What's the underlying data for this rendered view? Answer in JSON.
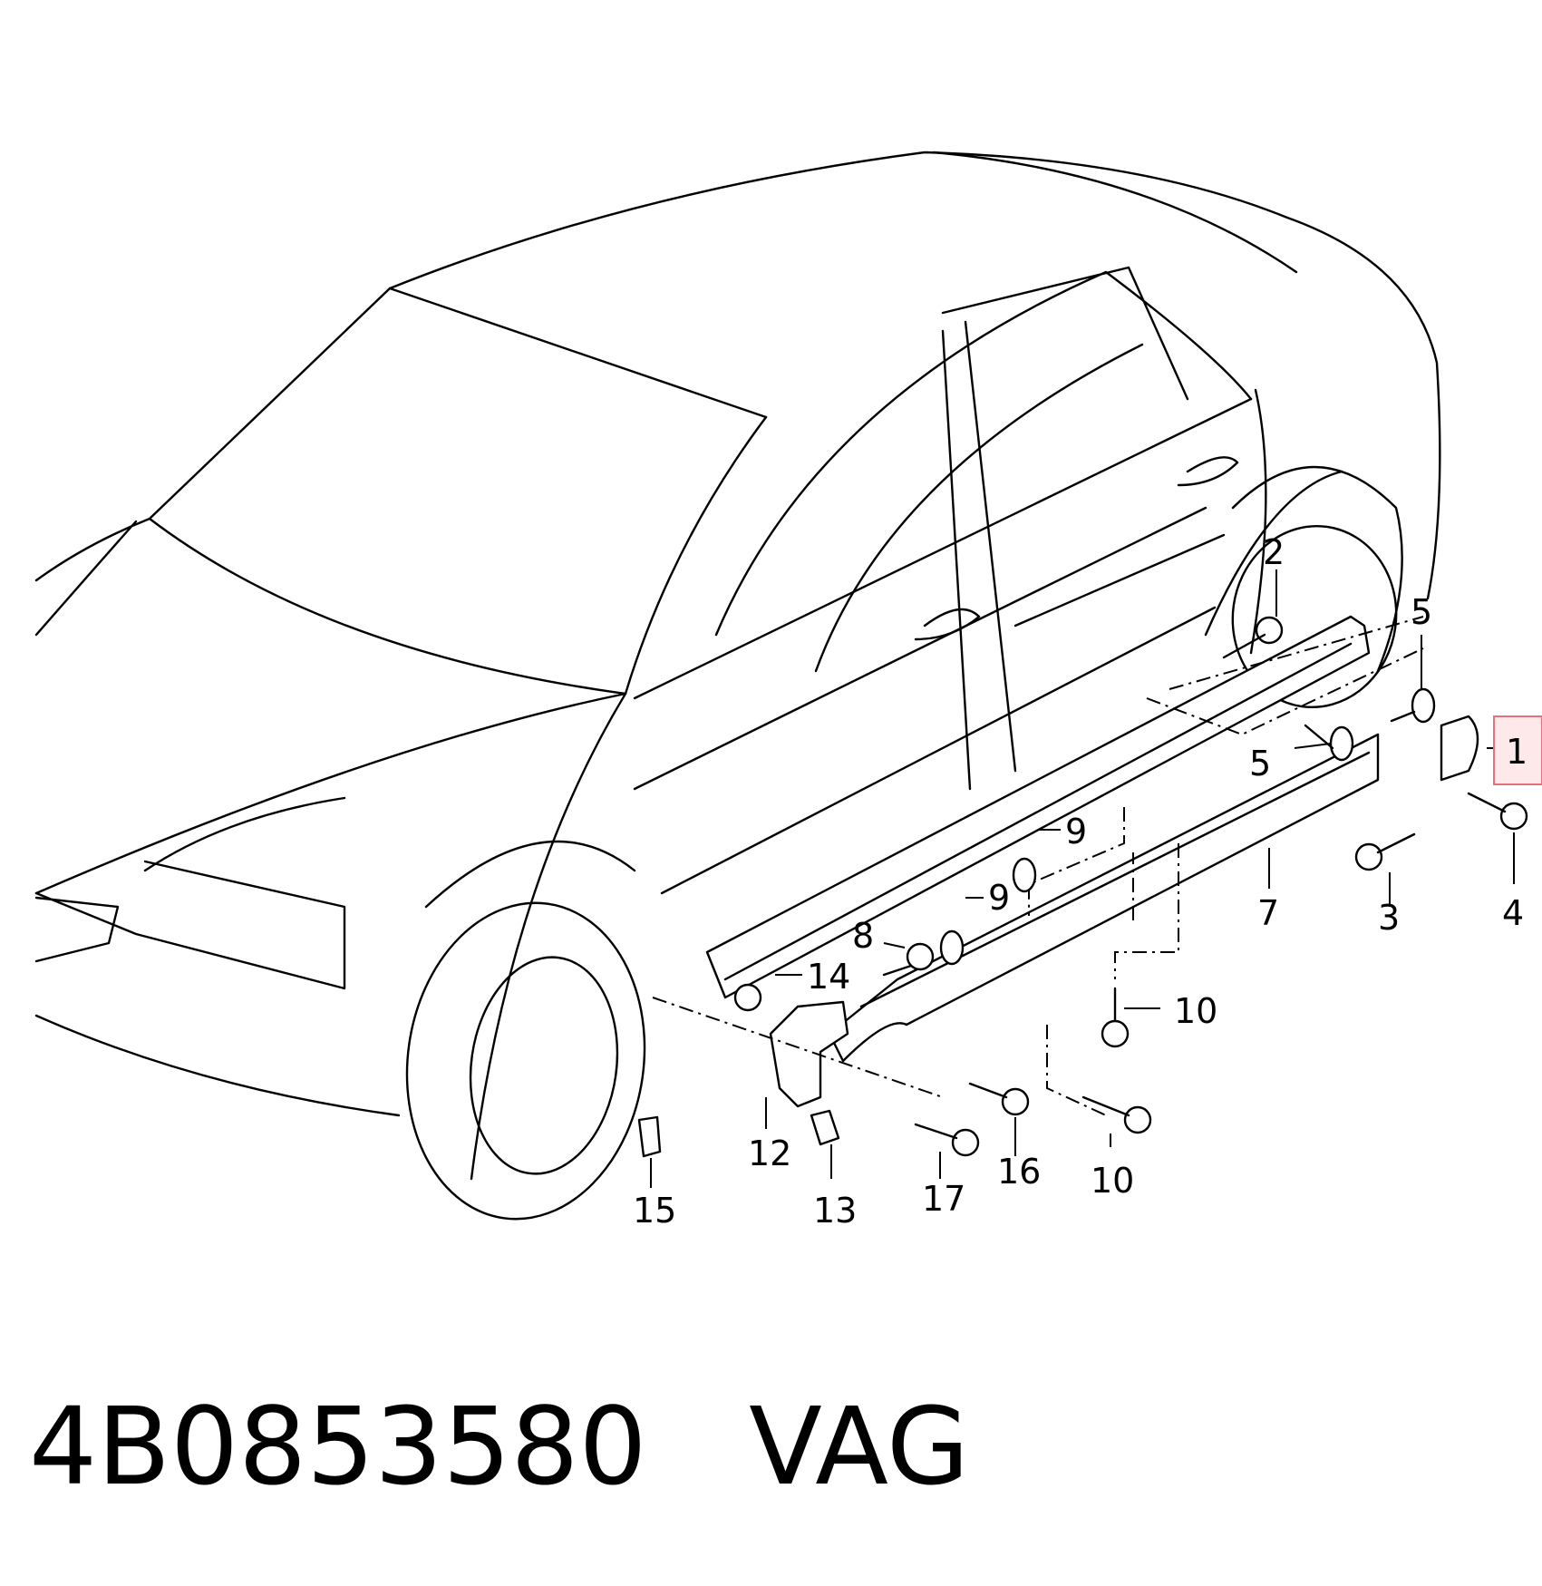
{
  "diagram": {
    "callouts": [
      {
        "id": "c1",
        "text": "1",
        "highlighted": true
      },
      {
        "id": "c2",
        "text": "2"
      },
      {
        "id": "c3",
        "text": "3"
      },
      {
        "id": "c4",
        "text": "4"
      },
      {
        "id": "c5a",
        "text": "5"
      },
      {
        "id": "c5b",
        "text": "5"
      },
      {
        "id": "c7",
        "text": "7"
      },
      {
        "id": "c8",
        "text": "8"
      },
      {
        "id": "c9a",
        "text": "9"
      },
      {
        "id": "c9b",
        "text": "9"
      },
      {
        "id": "c10a",
        "text": "10"
      },
      {
        "id": "c10b",
        "text": "10"
      },
      {
        "id": "c12",
        "text": "12"
      },
      {
        "id": "c13",
        "text": "13"
      },
      {
        "id": "c14",
        "text": "14"
      },
      {
        "id": "c15",
        "text": "15"
      },
      {
        "id": "c16",
        "text": "16"
      },
      {
        "id": "c17",
        "text": "17"
      }
    ],
    "highlight_color": "#e8707c"
  },
  "caption": {
    "part_number": "4B0853580",
    "brand": "VAG"
  }
}
